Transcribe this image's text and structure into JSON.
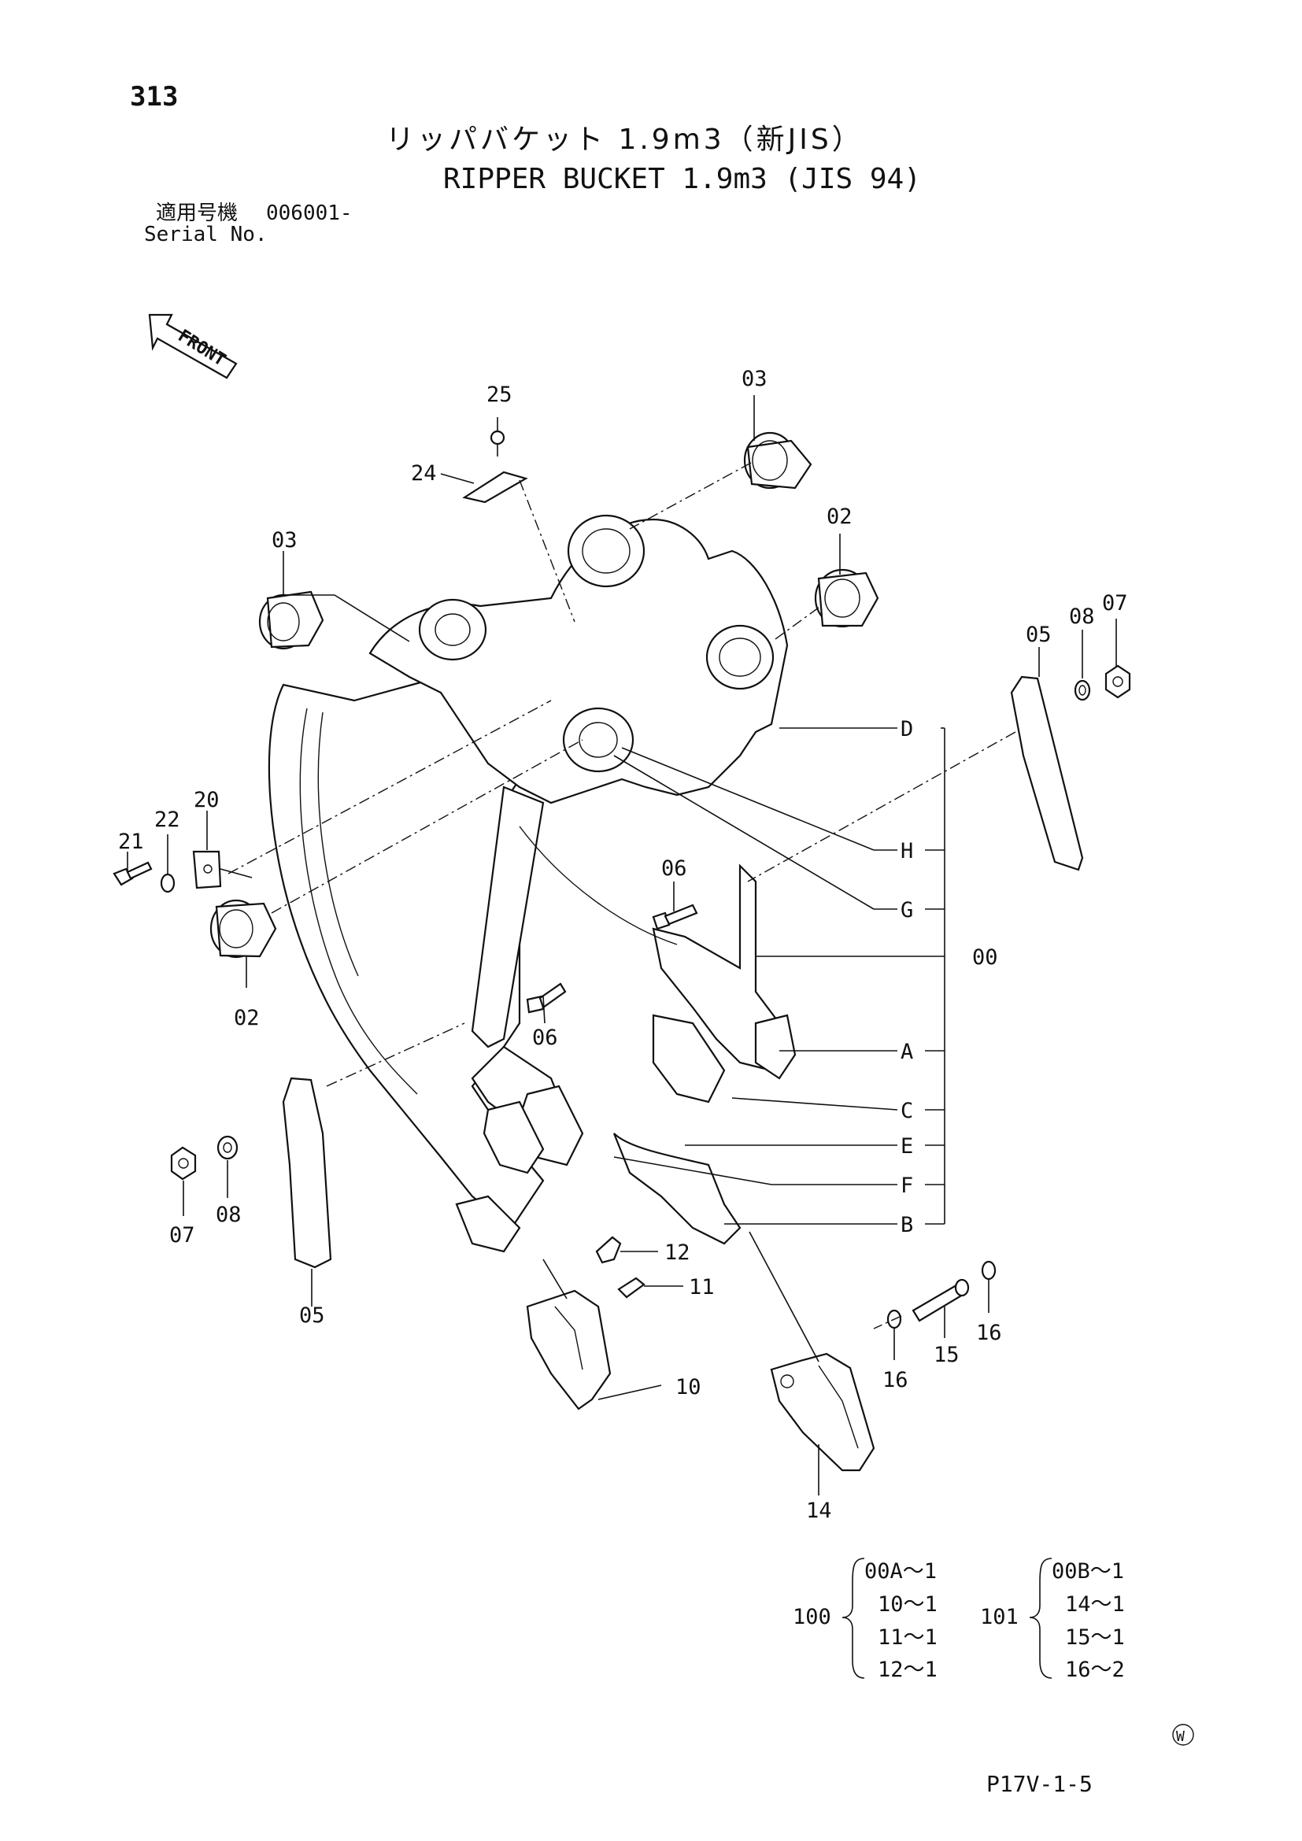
{
  "header": {
    "page_number": "313",
    "title_jp": "リッパバケット 1.9m3（新JIS）",
    "title_en": "RIPPER BUCKET 1.9m3 (JIS 94)",
    "serial_label_jp": "適用号機",
    "serial_value": "006001-",
    "serial_label_en": "Serial No."
  },
  "diagram": {
    "front_label": "FRONT",
    "callouts": {
      "c25": "25",
      "c24": "24",
      "c03a": "03",
      "c03b": "03",
      "c02a": "02",
      "c02b": "02",
      "c05a": "05",
      "c05b": "05",
      "c07a": "07",
      "c07b": "07",
      "c08a": "08",
      "c08b": "08",
      "c20": "20",
      "c21": "21",
      "c22": "22",
      "c06a": "06",
      "c06b": "06",
      "c10": "10",
      "c11": "11",
      "c12": "12",
      "c14": "14",
      "c15": "15",
      "c16a": "16",
      "c16b": "16",
      "D": "D",
      "H": "H",
      "G": "G",
      "c00": "00",
      "A": "A",
      "C": "C",
      "E": "E",
      "F": "F",
      "B": "B"
    }
  },
  "kits": [
    {
      "kit": "100",
      "lines": [
        "00A～1",
        "10～1",
        "11～1",
        "12～1"
      ]
    },
    {
      "kit": "101",
      "lines": [
        "00B～1",
        "14～1",
        "15～1",
        "16～2"
      ]
    }
  ],
  "footer": {
    "mark": "W",
    "code": "P17V-1-5"
  }
}
